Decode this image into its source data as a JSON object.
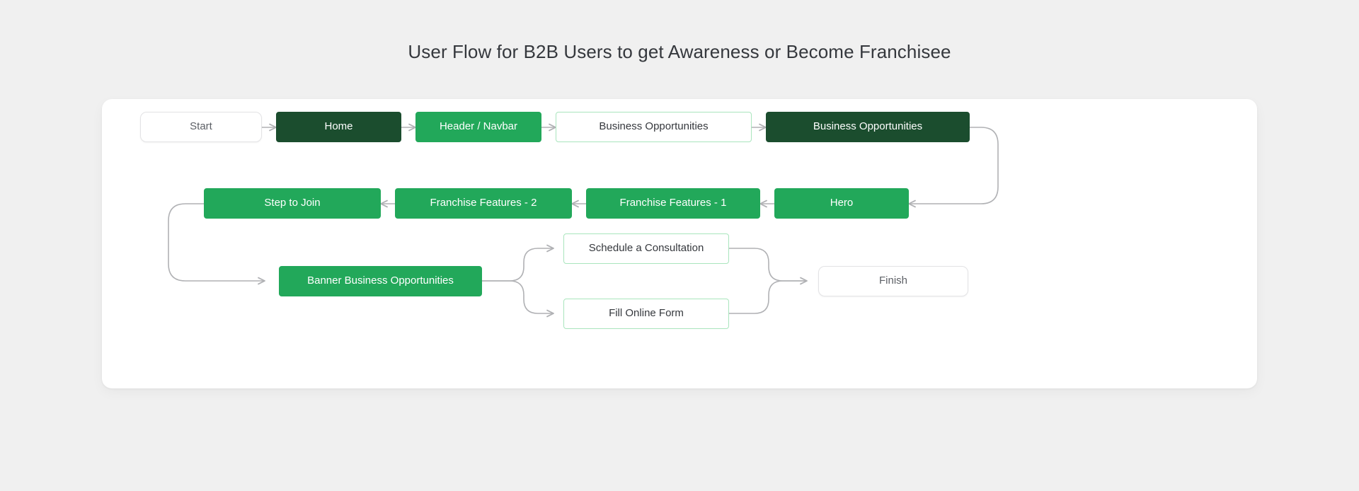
{
  "page": {
    "title": "User Flow for B2B Users to get Awareness or Become Franchisee",
    "background_color": "#f0f0f0",
    "card_color": "#ffffff"
  },
  "palette": {
    "dark_green": "#1b4d2e",
    "bright_green": "#22a85a",
    "outline_green": "#a9e5bd",
    "edge_gray": "#b0b1b4",
    "terminal_border": "#e3e3e5",
    "title_text": "#35383d"
  },
  "flow": {
    "rows": [
      {
        "name": "row-awareness",
        "direction": "left-to-right",
        "nodes": [
          {
            "id": "start",
            "label": "Start",
            "style": "terminal"
          },
          {
            "id": "home",
            "label": "Home",
            "style": "dark"
          },
          {
            "id": "header-navbar",
            "label": "Header / Navbar",
            "style": "green"
          },
          {
            "id": "business-opportunities-link",
            "label": "Business Opportunities",
            "style": "outline"
          },
          {
            "id": "business-opportunities-page",
            "label": "Business Opportunities",
            "style": "dark"
          }
        ]
      },
      {
        "name": "row-franchise",
        "direction": "right-to-left",
        "nodes": [
          {
            "id": "hero",
            "label": "Hero",
            "style": "green"
          },
          {
            "id": "franchise-features-1",
            "label": "Franchise Features - 1",
            "style": "green"
          },
          {
            "id": "franchise-features-2",
            "label": "Franchise Features - 2",
            "style": "green"
          },
          {
            "id": "step-to-join",
            "label": "Step to Join",
            "style": "green"
          }
        ]
      },
      {
        "name": "row-conversion",
        "direction": "left-to-right",
        "nodes": [
          {
            "id": "banner-business-opportunities",
            "label": "Banner Business Opportunities",
            "style": "green"
          },
          {
            "id": "schedule-consultation",
            "label": "Schedule a Consultation",
            "style": "outline"
          },
          {
            "id": "fill-online-form",
            "label": "Fill Online Form",
            "style": "outline"
          },
          {
            "id": "finish",
            "label": "Finish",
            "style": "terminal"
          }
        ]
      }
    ]
  }
}
